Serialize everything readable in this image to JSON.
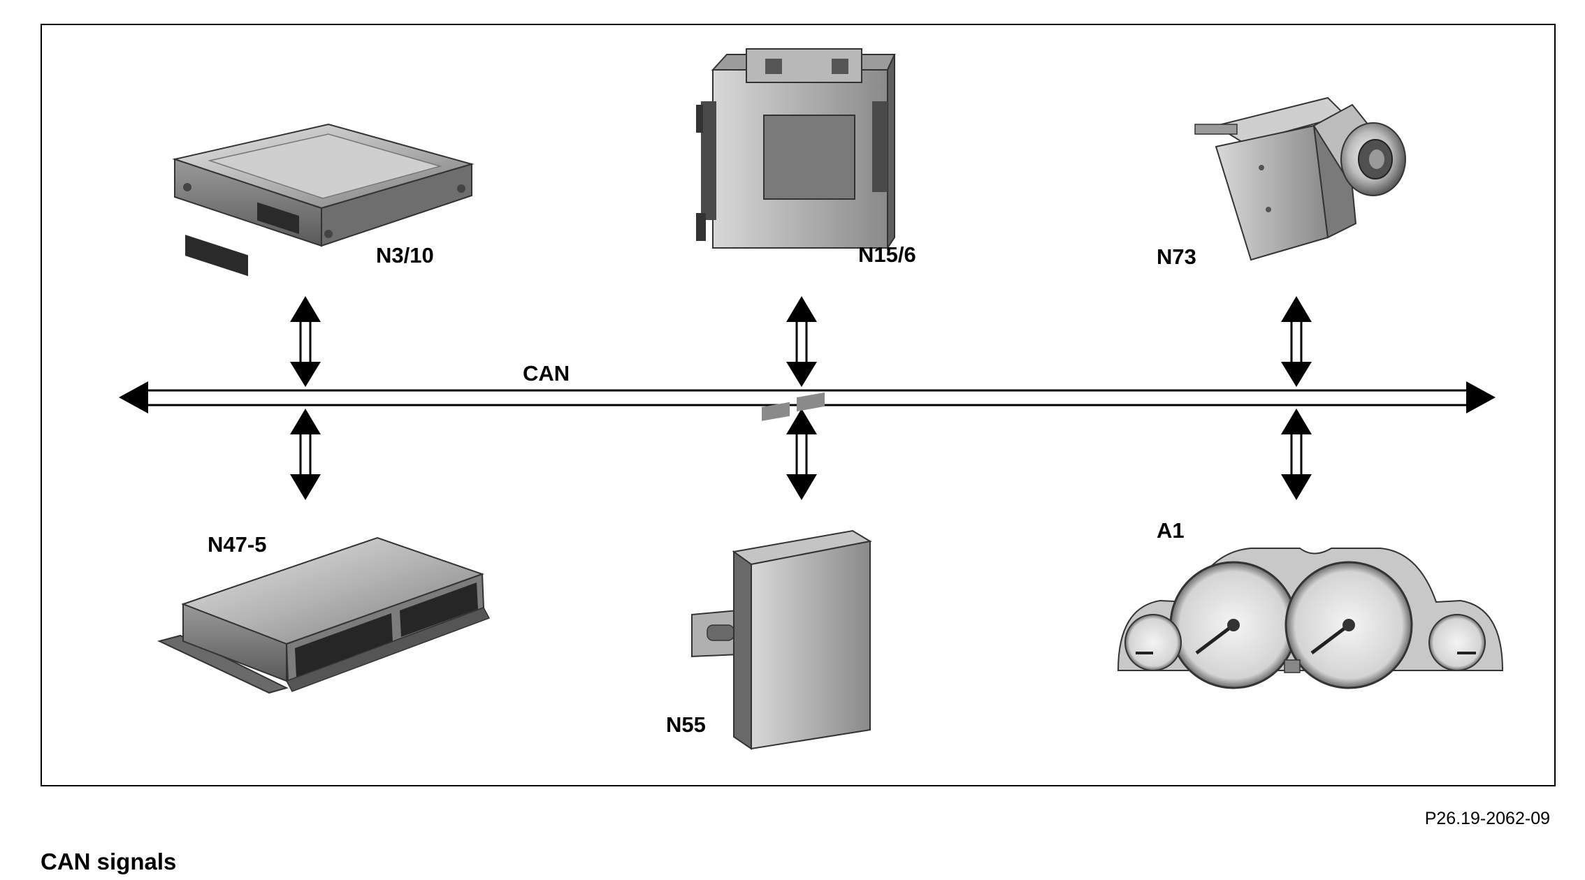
{
  "bus": {
    "label": "CAN"
  },
  "modules": {
    "n3_10": {
      "label": "N3/10"
    },
    "n15_6": {
      "label": "N15/6"
    },
    "n73": {
      "label": "N73"
    },
    "n47_5": {
      "label": "N47-5"
    },
    "n55": {
      "label": "N55"
    },
    "a1": {
      "label": "A1"
    }
  },
  "reference": "P26.19-2062-09",
  "caption": "CAN signals",
  "colors": {
    "line": "#000000",
    "device_light": "#c8c8c8",
    "device_mid": "#8c8c8c",
    "device_dark": "#3a3a3a"
  }
}
